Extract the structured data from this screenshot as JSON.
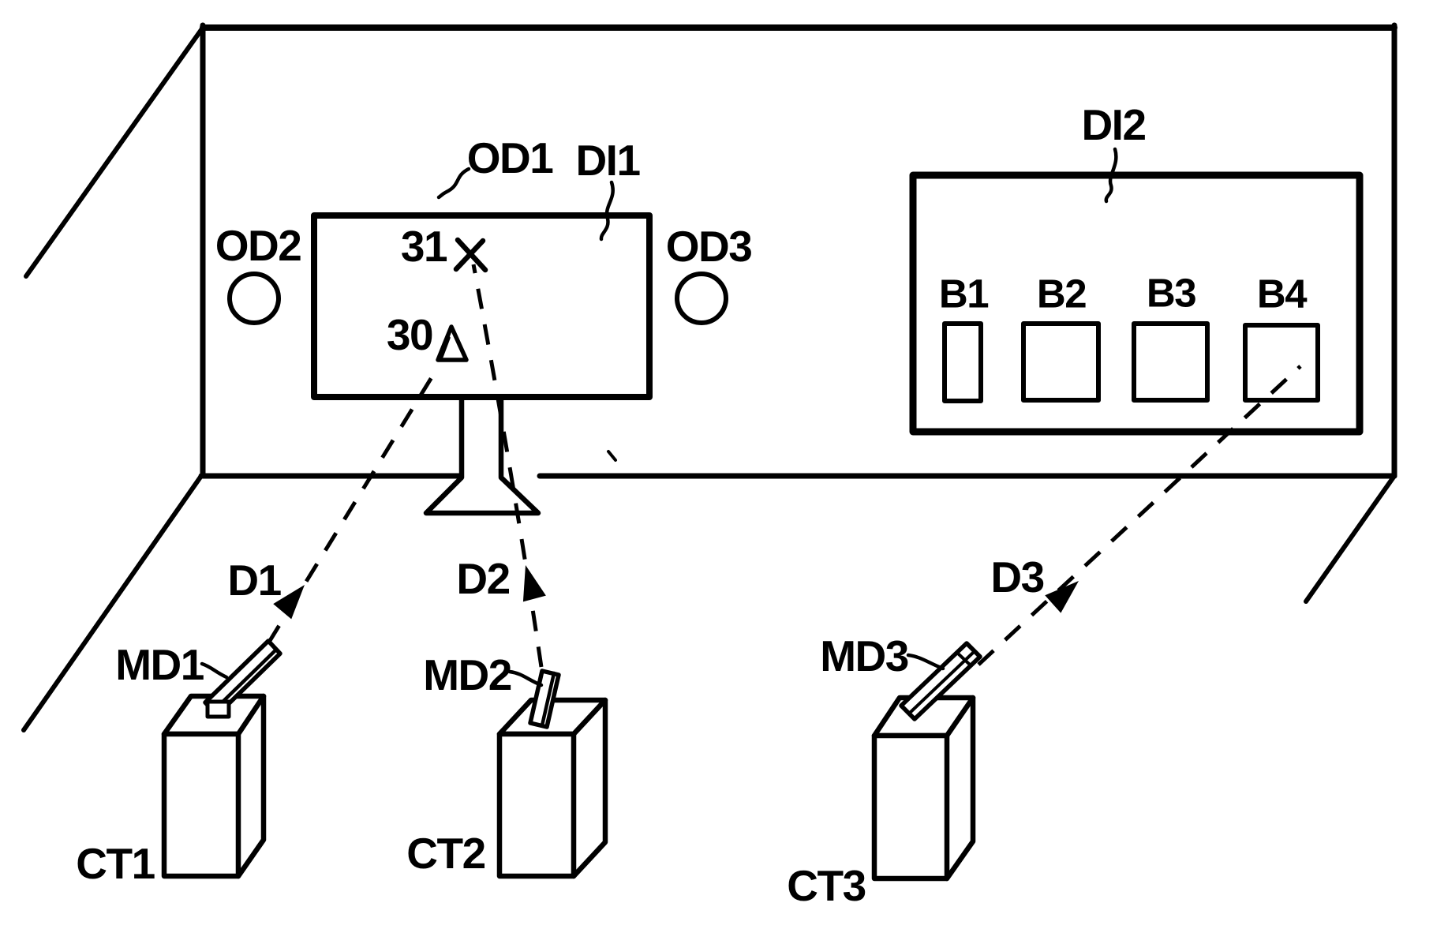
{
  "figure": {
    "background": "#ffffff",
    "ink": "#000000",
    "description": "Perspective drawing of a room wall carrying two displays, operated by three remote control devices with motion pointing devices"
  },
  "display1": {
    "label": "DI1",
    "object_label": "OD1",
    "cross_marker_ref": "31",
    "triangle_marker_ref": "30"
  },
  "detectors": {
    "left_label": "OD2",
    "right_label": "OD3"
  },
  "display2": {
    "label": "DI2",
    "buttons": [
      {
        "label": "B1"
      },
      {
        "label": "B2"
      },
      {
        "label": "B3"
      },
      {
        "label": "B4"
      }
    ]
  },
  "controllers": [
    {
      "label": "CT1",
      "device": "MD1",
      "ray": "D1"
    },
    {
      "label": "CT2",
      "device": "MD2",
      "ray": "D2"
    },
    {
      "label": "CT3",
      "device": "MD3",
      "ray": "D3"
    }
  ]
}
